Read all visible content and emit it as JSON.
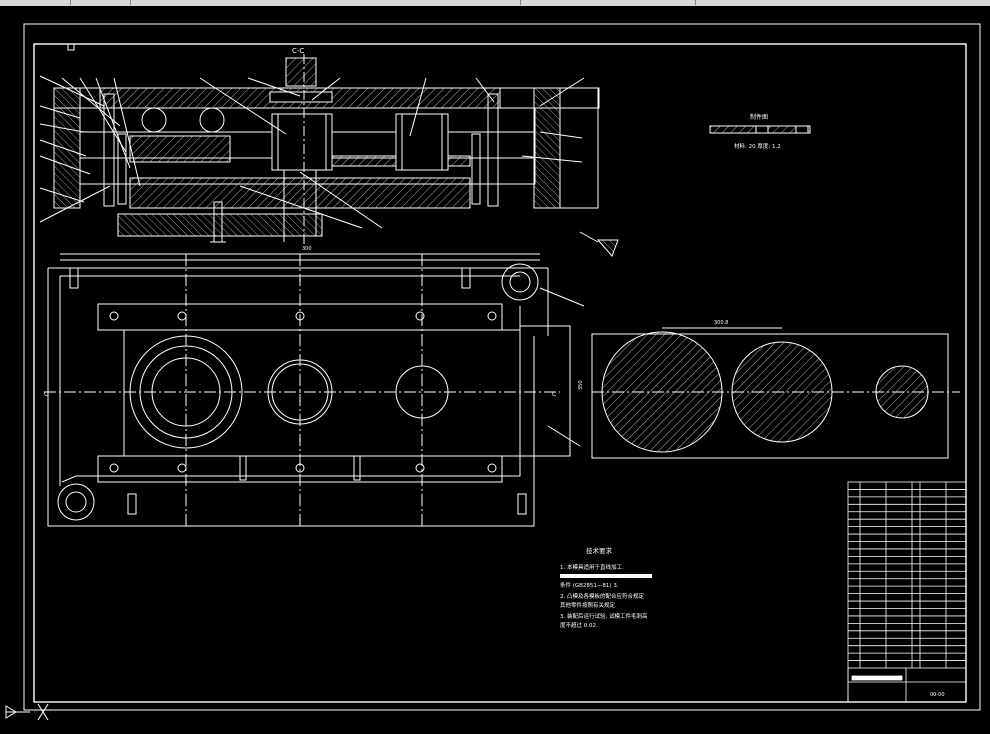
{
  "viewport": {
    "section_label": "C-C",
    "detail_label": "制件图",
    "detail_note": "材料: 20  厚度: 1.2",
    "cut_marks": [
      "C",
      "C"
    ],
    "dim_top": "300",
    "dim_side": "350",
    "dim_right": "300.8"
  },
  "tech_requirements": {
    "title": "技术要求",
    "lines": [
      "1. 本模具适用于直线加工.",
      "  条件 (GB2851—81) 3.",
      "2. 凸模及各模板的配合应符合规定",
      "   其他零件按照有关规定.",
      "3. 装配后运行试验, 试模工件毛刺高",
      "   度不超过 0.02."
    ]
  },
  "title_block": {
    "drawing_no": "00-00",
    "rows": 25
  },
  "colors": {
    "background": "#000000",
    "line": "#ffffff",
    "hatch": "#ffffff",
    "accent": "#ffff00"
  }
}
